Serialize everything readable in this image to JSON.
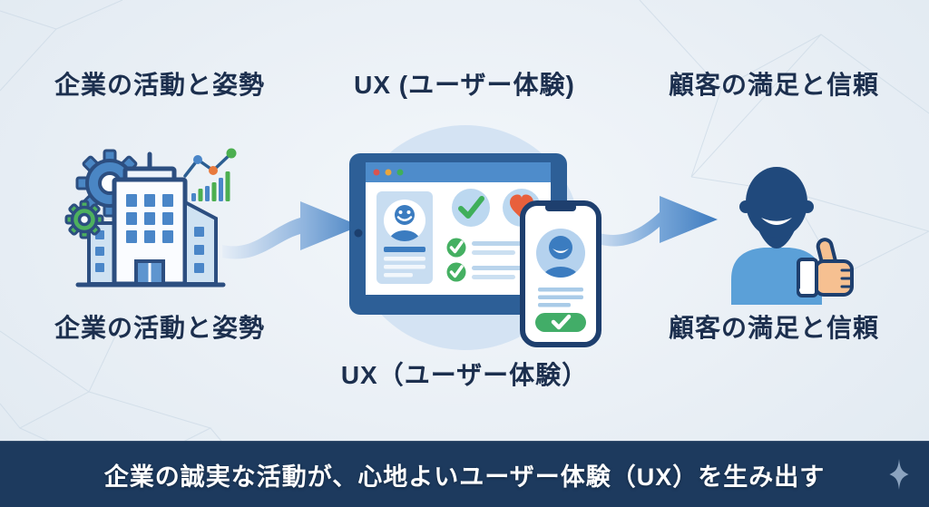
{
  "diagram": {
    "nodes": [
      {
        "id": "company",
        "top_label": "企業の活動と姿勢",
        "caption": "企業の活動と姿勢",
        "icons": [
          "gear-icon",
          "gear-icon",
          "office-building-icon",
          "growth-chart-icon"
        ]
      },
      {
        "id": "ux",
        "top_label": "UX (ユーザー体験)",
        "caption": "UX（ユーザー体験）",
        "icons": [
          "browser-window-icon",
          "profile-card-icon",
          "check-circle-icon",
          "heart-circle-icon",
          "checklist-icon",
          "smartphone-icon"
        ]
      },
      {
        "id": "customer",
        "top_label": "顧客の満足と信頼",
        "caption": "顧客の満足と信頼",
        "icons": [
          "person-icon",
          "thumbs-up-icon"
        ]
      }
    ],
    "connectors": [
      "arrow-right-icon",
      "arrow-right-icon"
    ]
  },
  "banner": {
    "text": "企業の誠実な活動が、心地よいユーザー体験（UX）を生み出す",
    "icon": "sparkle-icon"
  },
  "colors": {
    "background": "#eaf0f6",
    "heading_text": "#1c2f4e",
    "banner_background": "#1d3a5e",
    "banner_text": "#ffffff",
    "sparkle": "#8ba3bf",
    "primary_blue": "#4a86c8",
    "dark_navy": "#1e3f6e",
    "green": "#3faf5a",
    "orange_heart": "#e8603c",
    "browser_dot_red": "#d9534f",
    "browser_dot_yellow": "#e9a63e",
    "browser_dot_green": "#3faf5a",
    "skin": "#f6c091",
    "arrow_blue": "#5b90ca",
    "halo_blue": "#d4e3f3"
  }
}
